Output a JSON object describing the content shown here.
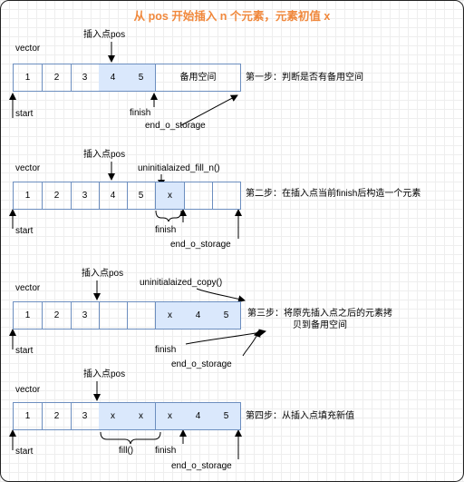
{
  "title": "从 pos 开始插入 n 个元素，元素初值 x",
  "colors": {
    "title": "#f0883c",
    "cell_border": "#6c8ebf",
    "cell_highlight": "#dae8fc"
  },
  "steps": [
    {
      "vector_label": "vector",
      "pos_label": "插入点pos",
      "cells": [
        "1",
        "2",
        "3",
        "4",
        "5",
        "备用空间"
      ],
      "start_label": "start",
      "finish_label": "finish",
      "end_label": "end_o_storage",
      "description": "第一步：判断是否有备用空间"
    },
    {
      "vector_label": "vector",
      "pos_label": "插入点pos",
      "func_label": "uninitialaized_fill_n()",
      "cells": [
        "1",
        "2",
        "3",
        "4",
        "5",
        "x",
        "",
        ""
      ],
      "start_label": "start",
      "finish_label": "finish",
      "end_label": "end_o_storage",
      "description": "第二步：在插入点当前finish后构造一个元素"
    },
    {
      "vector_label": "vector",
      "pos_label": "插入点pos",
      "func_label": "uninitialaized_copy()",
      "cells": [
        "1",
        "2",
        "3",
        "",
        "",
        "x",
        "4",
        "5"
      ],
      "start_label": "start",
      "finish_label": "finish",
      "end_label": "end_o_storage",
      "description_line1": "第三步：将原先插入点之后的元素拷",
      "description_line2": "贝到备用空间"
    },
    {
      "vector_label": "vector",
      "pos_label": "插入点pos",
      "cells": [
        "1",
        "2",
        "3",
        "x",
        "x",
        "x",
        "4",
        "5"
      ],
      "start_label": "start",
      "fill_label": "fill()",
      "finish_label": "finish",
      "end_label": "end_o_storage",
      "description": "第四步：从插入点填充新值"
    }
  ]
}
